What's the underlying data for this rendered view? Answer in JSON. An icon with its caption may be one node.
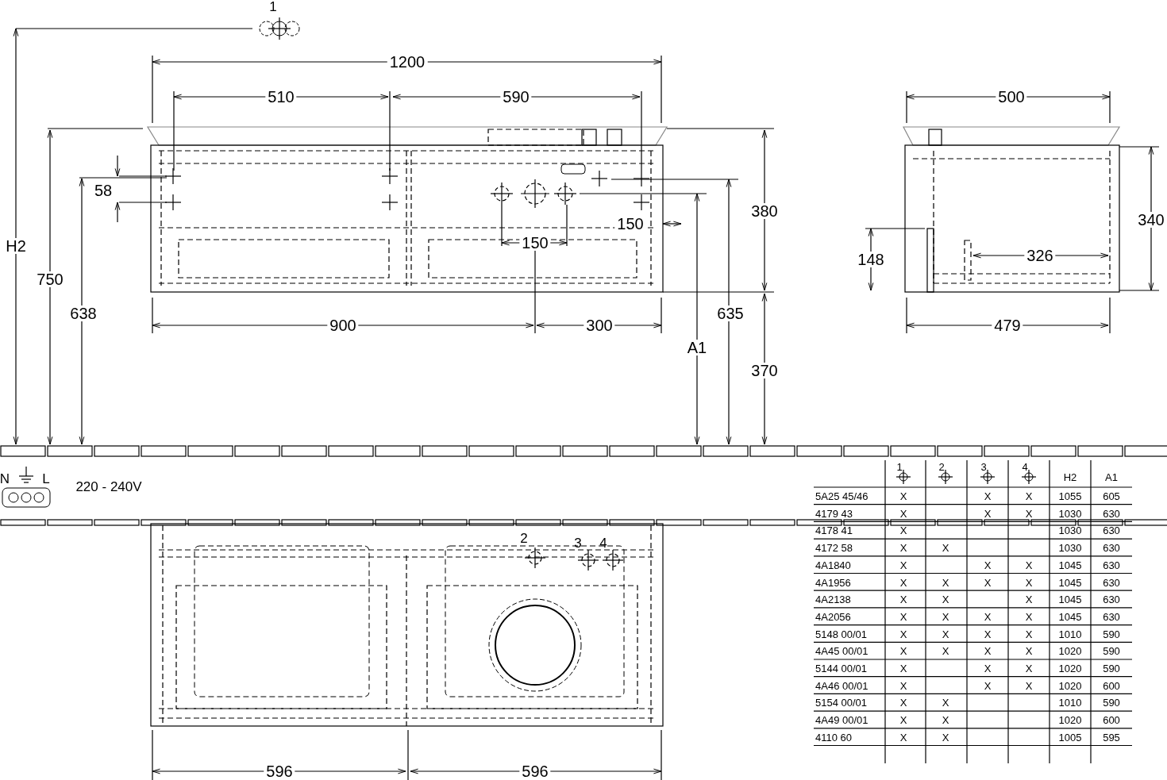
{
  "diagram": {
    "labels": [
      "1",
      "1200",
      "510",
      "590",
      "500",
      "58",
      "150",
      "380",
      "340",
      "H2",
      "150",
      "148",
      "326",
      "750",
      "638",
      "635",
      "900",
      "300",
      "479",
      "A1",
      "370",
      "N",
      "L",
      "220 - 240V",
      "2",
      "3",
      "4",
      "596",
      "596",
      "1",
      "2",
      "3",
      "4",
      "H2",
      "A1",
      "5A25 45/46",
      "X",
      "X",
      "X",
      "1055",
      "605",
      "4179 43",
      "X",
      "X",
      "X",
      "1030",
      "630",
      "4178 41",
      "X",
      "1030",
      "630",
      "4172 58",
      "X",
      "X",
      "1030",
      "630",
      "4A1840",
      "X",
      "X",
      "X",
      "1045",
      "630",
      "4A1956",
      "X",
      "X",
      "X",
      "X",
      "1045",
      "630",
      "4A2138",
      "X",
      "X",
      "X",
      "1045",
      "630",
      "4A2056",
      "X",
      "X",
      "X",
      "X",
      "1045",
      "630",
      "5148 00/01",
      "X",
      "X",
      "X",
      "X",
      "1010",
      "590",
      "4A45 00/01",
      "X",
      "X",
      "X",
      "X",
      "1020",
      "590",
      "5144 00/01",
      "X",
      "X",
      "X",
      "1020",
      "590",
      "4A46 00/01",
      "X",
      "X",
      "X",
      "1020",
      "600",
      "5154 00/01",
      "X",
      "X",
      "1010",
      "590",
      "4A49 00/01",
      "X",
      "X",
      "1020",
      "600",
      "4110 60",
      "X",
      "X",
      "1005",
      "595"
    ]
  }
}
